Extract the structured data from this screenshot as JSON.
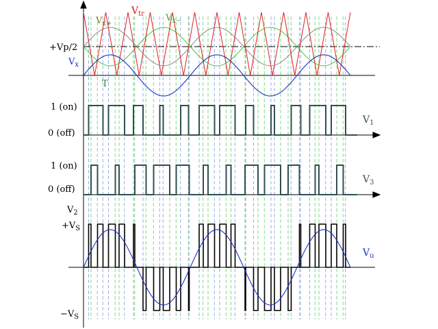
{
  "labels": {
    "v_tr_main": "V",
    "v_tr_sub": "tr",
    "v_xp_main": "V",
    "v_xp_sub": "x+",
    "v_xm_main": "V",
    "v_xm_sub": "x−",
    "v_p_half": "+Vp/2",
    "v_x_main": "V",
    "v_x_sub": "x",
    "t_label": "T",
    "on_1": "1 (on)",
    "off_1": "0 (off)",
    "v1_main": "V",
    "v1_sub": "1",
    "on_3": "1 (on)",
    "off_3": "0 (off)",
    "v3_main": "V",
    "v3_sub": "3",
    "v2_main": "V",
    "v2_sub": "2",
    "plus_vs_main": "+V",
    "plus_vs_sub": "S",
    "minus_vs_main": "−V",
    "minus_vs_sub": "S",
    "vu_main": "V",
    "vu_sub": "u"
  },
  "colors": {
    "carrier": "#e02020",
    "v_x_plus": "#8a8a8a",
    "v_x_minus": "#40c840",
    "v_x": "#1a2fc0",
    "v_tr_label": "#d01818",
    "v_xp_label": "#7a7a10",
    "v_xm_label": "#30b030",
    "v_x_label": "#1a2fc0",
    "pulse": "#2f4f4f",
    "output": "#000000",
    "axis": "#000000",
    "guide_blue": "#8aa8e0",
    "guide_green": "#70d870"
  },
  "waveforms": {
    "carrier_cycles": 12,
    "modulation_cycles": 2.5,
    "v_x_plus_phase_deg": 0,
    "v_x_minus_phase_deg": 180,
    "pulse_levels": [
      "0 (off)",
      "1 (on)"
    ],
    "output_levels": [
      "−VS",
      "0",
      "+VS"
    ]
  }
}
